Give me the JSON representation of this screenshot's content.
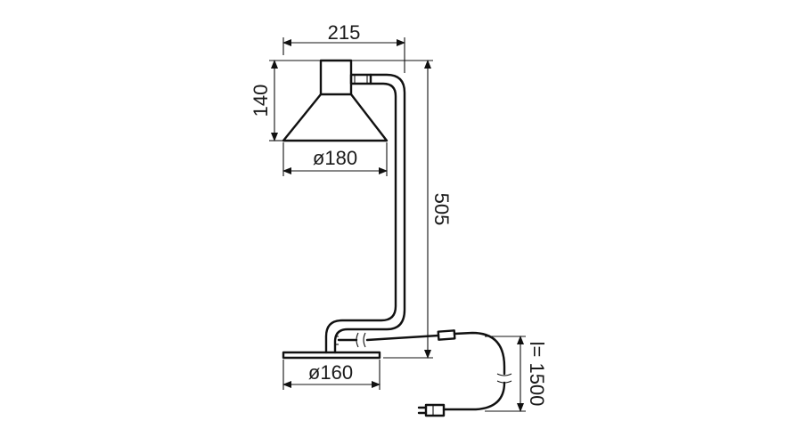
{
  "drawing": {
    "subject": "table-lamp",
    "dimensions": {
      "width": "215",
      "shade_height": "140",
      "shade_diameter": "ø180",
      "total_height": "505",
      "base_diameter": "ø160",
      "cable_length": "l= 1500"
    },
    "colors": {
      "line": "#111111",
      "background": "#ffffff"
    }
  }
}
